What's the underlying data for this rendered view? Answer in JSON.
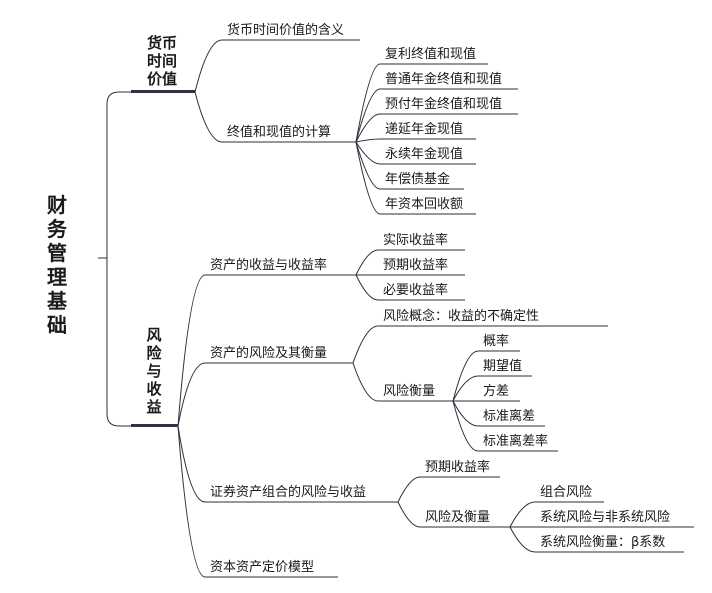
{
  "mindmap": {
    "root": "财务管理基础",
    "branch1": {
      "title": "货币时间价值",
      "topic1": "货币时间价值的含义",
      "topic2": {
        "label": "终值和现值的计算",
        "items": [
          "复利终值和现值",
          "普通年金终值和现值",
          "预付年金终值和现值",
          "递延年金现值",
          "永续年金现值",
          "年偿债基金",
          "年资本回收额"
        ]
      }
    },
    "branch2": {
      "title": "风险与收益",
      "topic1": {
        "label": "资产的收益与收益率",
        "items": [
          "实际收益率",
          "预期收益率",
          "必要收益率"
        ]
      },
      "topic2": {
        "label": "资产的风险及其衡量",
        "concept": "风险概念：收益的不确定性",
        "measure": {
          "label": "风险衡量",
          "items": [
            "概率",
            "期望值",
            "方差",
            "标准离差",
            "标准离差率"
          ]
        }
      },
      "topic3": {
        "label": "证券资产组合的风险与收益",
        "expected": "预期收益率",
        "measure": {
          "label": "风险及衡量",
          "items": [
            "组合风险",
            "系统风险与非系统风险",
            "系统风险衡量：β系数"
          ]
        }
      },
      "topic4": "资本资产定价模型"
    }
  },
  "style": {
    "line_color": "#2b2f3a",
    "accent_color": "#2e3446",
    "text_color": "#1a1a1a"
  }
}
